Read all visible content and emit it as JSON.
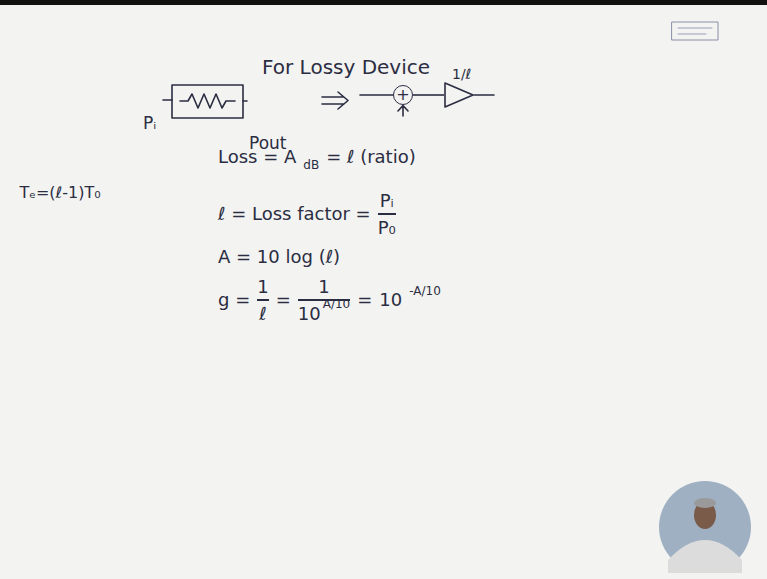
{
  "diagram": {
    "title": "For Lossy Device",
    "nodes": [
      {
        "text": [
          "+"
        ]
      },
      {
        "text": [
          "1/ℓ"
        ]
      }
    ],
    "edges": [
      {
        "from": 0,
        "to": 1,
        "arrow": "none"
      }
    ],
    "labels": [
      "Pᵢ",
      "Pout",
      "Tₑ=(ℓ-1)T₀",
      "Loss = A",
      "dB",
      "= ℓ (ratio)",
      "ℓ = Loss factor =",
      "Pᵢ",
      "P₀",
      "A = 10 log (ℓ)",
      "g =",
      "1",
      "ℓ",
      "=",
      "1",
      "10",
      "A/10",
      "=",
      "10",
      "-A/10"
    ]
  }
}
